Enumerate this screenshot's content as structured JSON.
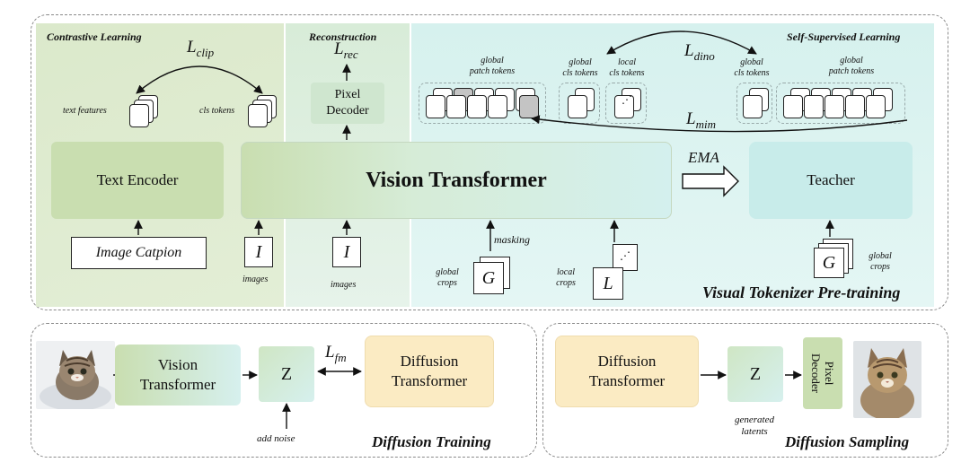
{
  "pretrain": {
    "title": "Visual Tokenizer Pre-training",
    "contrastive": {
      "title": "Contrastive Learning",
      "loss_main": "L",
      "loss_sub": "clip",
      "text_features": "text features",
      "cls_tokens": "cls tokens",
      "text_encoder": "Text Encoder",
      "caption": "Image Catpion",
      "image_symbol": "I",
      "images": "images"
    },
    "reconstruction": {
      "title": "Reconstruction",
      "loss_main": "L",
      "loss_sub": "rec",
      "decoder_line1": "Pixel",
      "decoder_line2": "Decoder",
      "image_symbol": "I",
      "images": "images"
    },
    "ssl": {
      "title": "Self-Supervised Learning",
      "global_patch_tokens_1": "global",
      "global_patch_tokens_2": "patch tokens",
      "global_cls_1": "global",
      "global_cls_2": "cls tokens",
      "local_cls_1": "local",
      "local_cls_2": "cls tokens",
      "teacher_cls_1": "global",
      "teacher_cls_2": "cls tokens",
      "teacher_patch_1": "global",
      "teacher_patch_2": "patch tokens",
      "dino_main": "L",
      "dino_sub": "dino",
      "mim_main": "L",
      "mim_sub": "mim",
      "ema": "EMA",
      "teacher": "Teacher",
      "masking": "masking",
      "global_crops_1": "global",
      "global_crops_2": "crops",
      "local_crops_1": "local",
      "local_crops_2": "crops",
      "g_symbol": "G",
      "l_symbol": "L",
      "teacher_crops_1": "global",
      "teacher_crops_2": "crops"
    },
    "vit": "Vision Transformer"
  },
  "training": {
    "title": "Diffusion Training",
    "vit_line1": "Vision",
    "vit_line2": "Transformer",
    "z": "Z",
    "loss_main": "L",
    "loss_sub": "fm",
    "dit_line1": "Diffusion",
    "dit_line2": "Transformer",
    "add_noise": "add noise"
  },
  "sampling": {
    "title": "Diffusion Sampling",
    "dit_line1": "Diffusion",
    "dit_line2": "Transformer",
    "z": "Z",
    "decoder_line1": "Pixel",
    "decoder_line2": "Decoder",
    "latents_line1": "generated",
    "latents_line2": "latents"
  },
  "colors": {
    "green": "#dbe9cb",
    "green_box": "#c9deb0",
    "teal": "#d8f0ee",
    "yellow": "#fbebc3",
    "dashed": "#8a8a8a"
  }
}
